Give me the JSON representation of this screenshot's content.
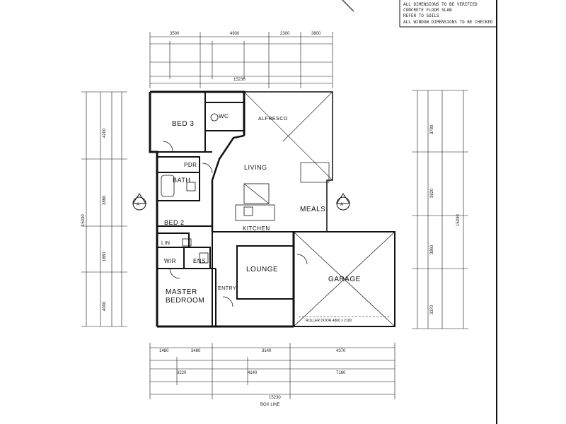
{
  "notes": [
    "ALL DIMENSIONS TO BE VERIFIED",
    "CONCRETE FLOOR SLAB",
    "REFER TO SOILS",
    "ALL WINDOW DIMENSIONS TO BE CHECKED"
  ],
  "rooms": {
    "bed3": "BED 3",
    "wc": "WC",
    "alfresco": "ALFRESCO",
    "powder": "PDR",
    "living": "LIVING",
    "bath": "BATH",
    "meals": "MEALS",
    "bed2": "BED 2",
    "kitchen": "KITCHEN",
    "linen": "LIN",
    "wir": "WIR",
    "ens": "ENS",
    "lounge": "LOUNGE",
    "garage": "GARAGE",
    "master1": "MASTER",
    "master2": "BEDROOM",
    "entry": "ENTRY"
  },
  "section_markers": {
    "left": "A",
    "right": "A"
  },
  "dims": {
    "top_row1": [
      "3500",
      "4930",
      "2300",
      "3800"
    ],
    "top_total": "15230",
    "bottom_row1": [
      "1480",
      "3480",
      "3140",
      "4370"
    ],
    "bottom_row2": [
      "3220",
      "4140",
      "7160"
    ],
    "bottom_total": "15230",
    "bottom_label": "BOX LINE",
    "left_total": "15030",
    "left_segs": [
      "4200",
      "3860",
      "1880",
      "4000"
    ],
    "right_total": "15030",
    "right_segs": [
      "3780",
      "3920",
      "3960",
      "3370"
    ],
    "garage_caption": "ROLLER DOOR 4800 x 2100"
  },
  "colors": {
    "line": "#111111",
    "paper": "#ffffff"
  }
}
